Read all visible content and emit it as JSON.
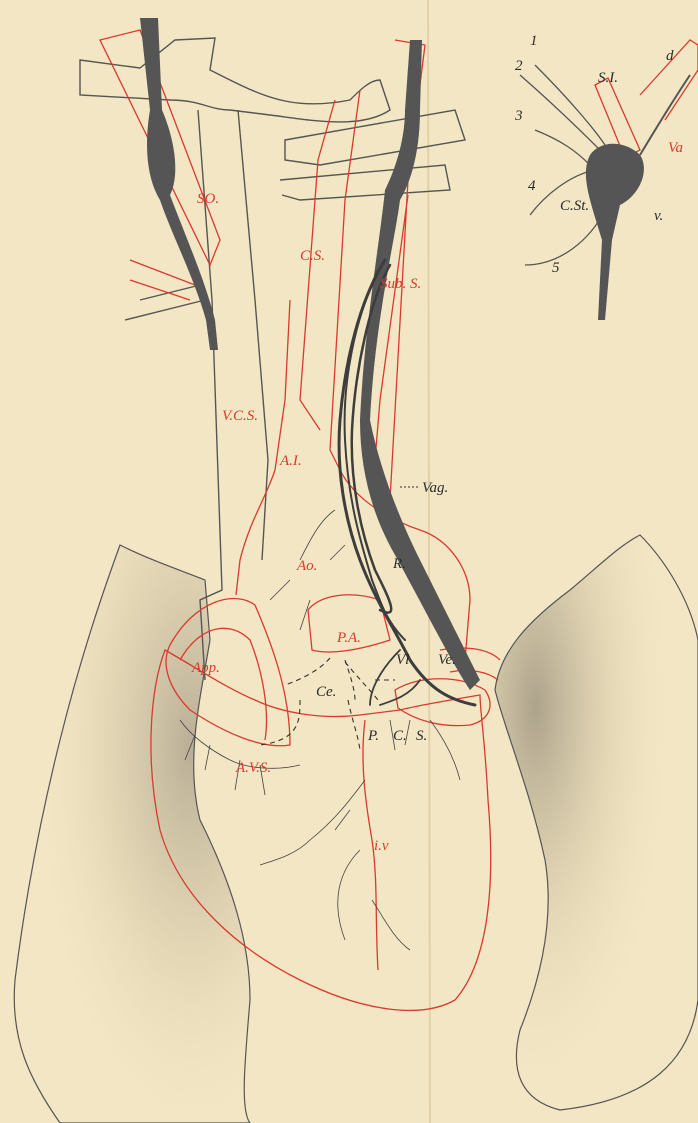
{
  "figure": {
    "main_labels": {
      "so": "SO.",
      "cs": "C.S.",
      "subs": "Sub. S.",
      "vcs": "V.C.S.",
      "ai": "A.I.",
      "vag": "Vag.",
      "ao": "Ao.",
      "r": "R.",
      "pa": "P.A.",
      "vi": "Vl",
      "ve": "Ve.",
      "app": "App.",
      "ce": "Ce.",
      "p": "P.",
      "c": "C.",
      "s": "S.",
      "avs": "A.V.S.",
      "iv": "i.v"
    },
    "inset_labels": {
      "n1": "1",
      "n2": "2",
      "n3": "3",
      "n4": "4",
      "n5": "5",
      "si": "S.I.",
      "d": "d",
      "va": "Va",
      "cst": "C.St.",
      "v": "v."
    },
    "colors": {
      "paper": "#f3e6c4",
      "artery_red": "#d83a2e",
      "outline": "#555555",
      "nerve": "#3d3d3d"
    }
  }
}
